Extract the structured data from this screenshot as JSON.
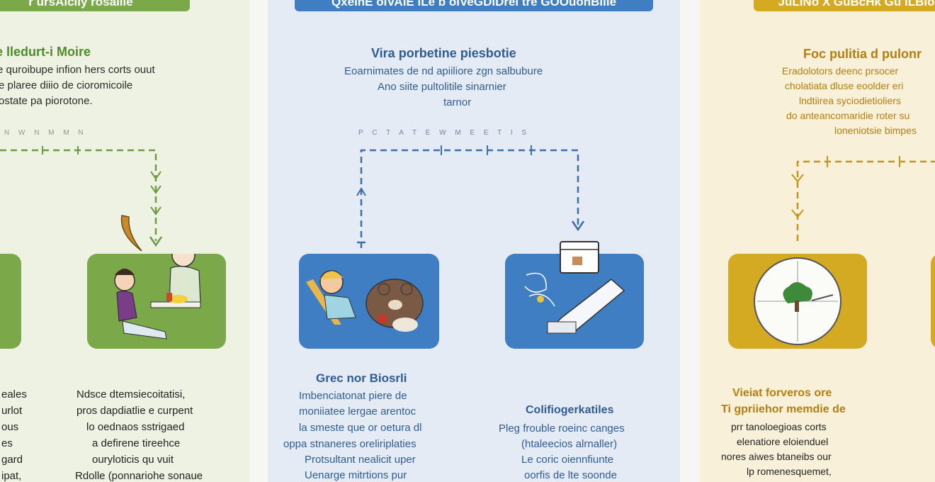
{
  "colors": {
    "green": "#7ba849",
    "blue": "#3f7ec2",
    "gold": "#d4aa23",
    "darkblue": "#2f5c95",
    "darkgreen": "#3f7a2a",
    "darkgold": "#b57e10"
  },
  "panel_left": {
    "banner": "r ursAiciiy rosaiiie",
    "heading": "e lledurt-i Moire",
    "intro": [
      "e quroibupe infion hers corts ouut",
      "e plaree diiio de cioromicoile",
      "ostate pa piorotone."
    ],
    "ticks": "N W N M M N",
    "col1": [
      "eales",
      "urlot",
      "ous",
      "es",
      "gard",
      "ipat,"
    ],
    "col2": [
      "Ndsce dtemsiecoitatisi,",
      "pros dapdiatlie e curpent",
      "lo oednaos sstrigaed",
      "a defirene tireehce",
      "ouryloticis qu vuit",
      "Rdolle (ponnariohe sonaue"
    ]
  },
  "panel_mid": {
    "banner": "QxeinE oiVAiE iLe b oiVeGDiDrei tre GOOuonBilie",
    "heading": "Vira porbetine piesbotie",
    "intro": [
      "Eoarnimates de nd apiiliore zgn salbubure",
      "Ano siite pultolitile sinarnier",
      "tarnor"
    ],
    "ticks": "P C T A T E W M E E T I S",
    "sub_left": {
      "heading": "Grec nor Biosrli",
      "lines": [
        "Imbenciatonat piere de",
        "moniiatee lergae arentoc",
        "la smeste que or oetura dl",
        "oppa stnaneres oreliriplaties",
        "Protsultant nealicit uper",
        "Uenarge mitrtions pur"
      ]
    },
    "sub_right": {
      "heading": "Colifiogerkatiles",
      "lines": [
        "Pleg frouble roeinc canges",
        "(htaleecios alrnaller)",
        "Le coric oiennfiunte",
        "oorfis de lte soonde"
      ]
    }
  },
  "panel_right": {
    "banner": "JuLiNo X GuBcHk Gu iLBio",
    "heading": "Foc pulitia d pulonr",
    "intro": [
      "Eradolotors deenc prsocer",
      "cholatiata dluse eoolder eri",
      "lndtiirea syciodietioliers",
      "do anteancomaridie roter su",
      "loneniotsie bimpes"
    ],
    "col": [
      "Vieiat forveros ore",
      "Ti gpriiehor memdie de",
      "prr tanoloegioas corts",
      "elenatiore eloienduel",
      "nores aiwes btaneibs our",
      "lp romenesquemet,"
    ]
  }
}
